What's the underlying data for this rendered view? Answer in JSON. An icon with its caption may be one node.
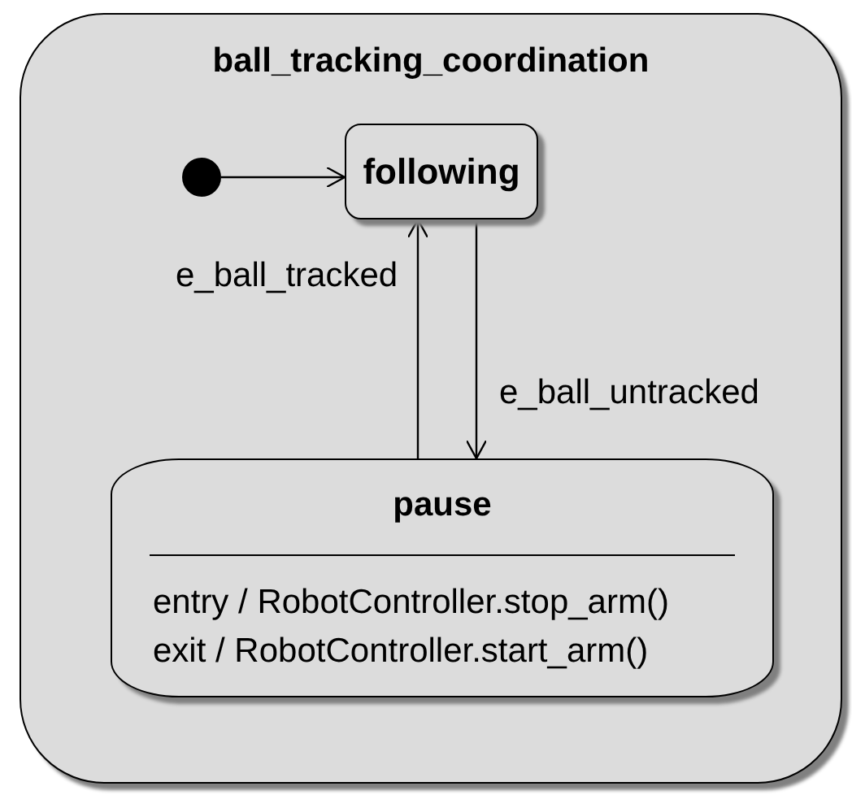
{
  "diagram": {
    "nodes": [
      {
        "text": [
          "ball_tracking_coordination"
        ]
      },
      {
        "text": [],
        "shape": "circle",
        "in": 0
      },
      {
        "text": [
          "following"
        ],
        "in": 0
      },
      {
        "text": [
          "pause",
          "entry / RobotController.stop_arm()",
          "exit / RobotController.start_arm()"
        ],
        "in": 0
      }
    ],
    "edges": [
      {
        "from": 1,
        "to": 2,
        "arrow": "to"
      },
      {
        "from": 3,
        "to": 2,
        "arrow": "to",
        "label": "e_ball_tracked"
      },
      {
        "from": 2,
        "to": 3,
        "arrow": "to",
        "label": "e_ball_untracked"
      }
    ]
  }
}
